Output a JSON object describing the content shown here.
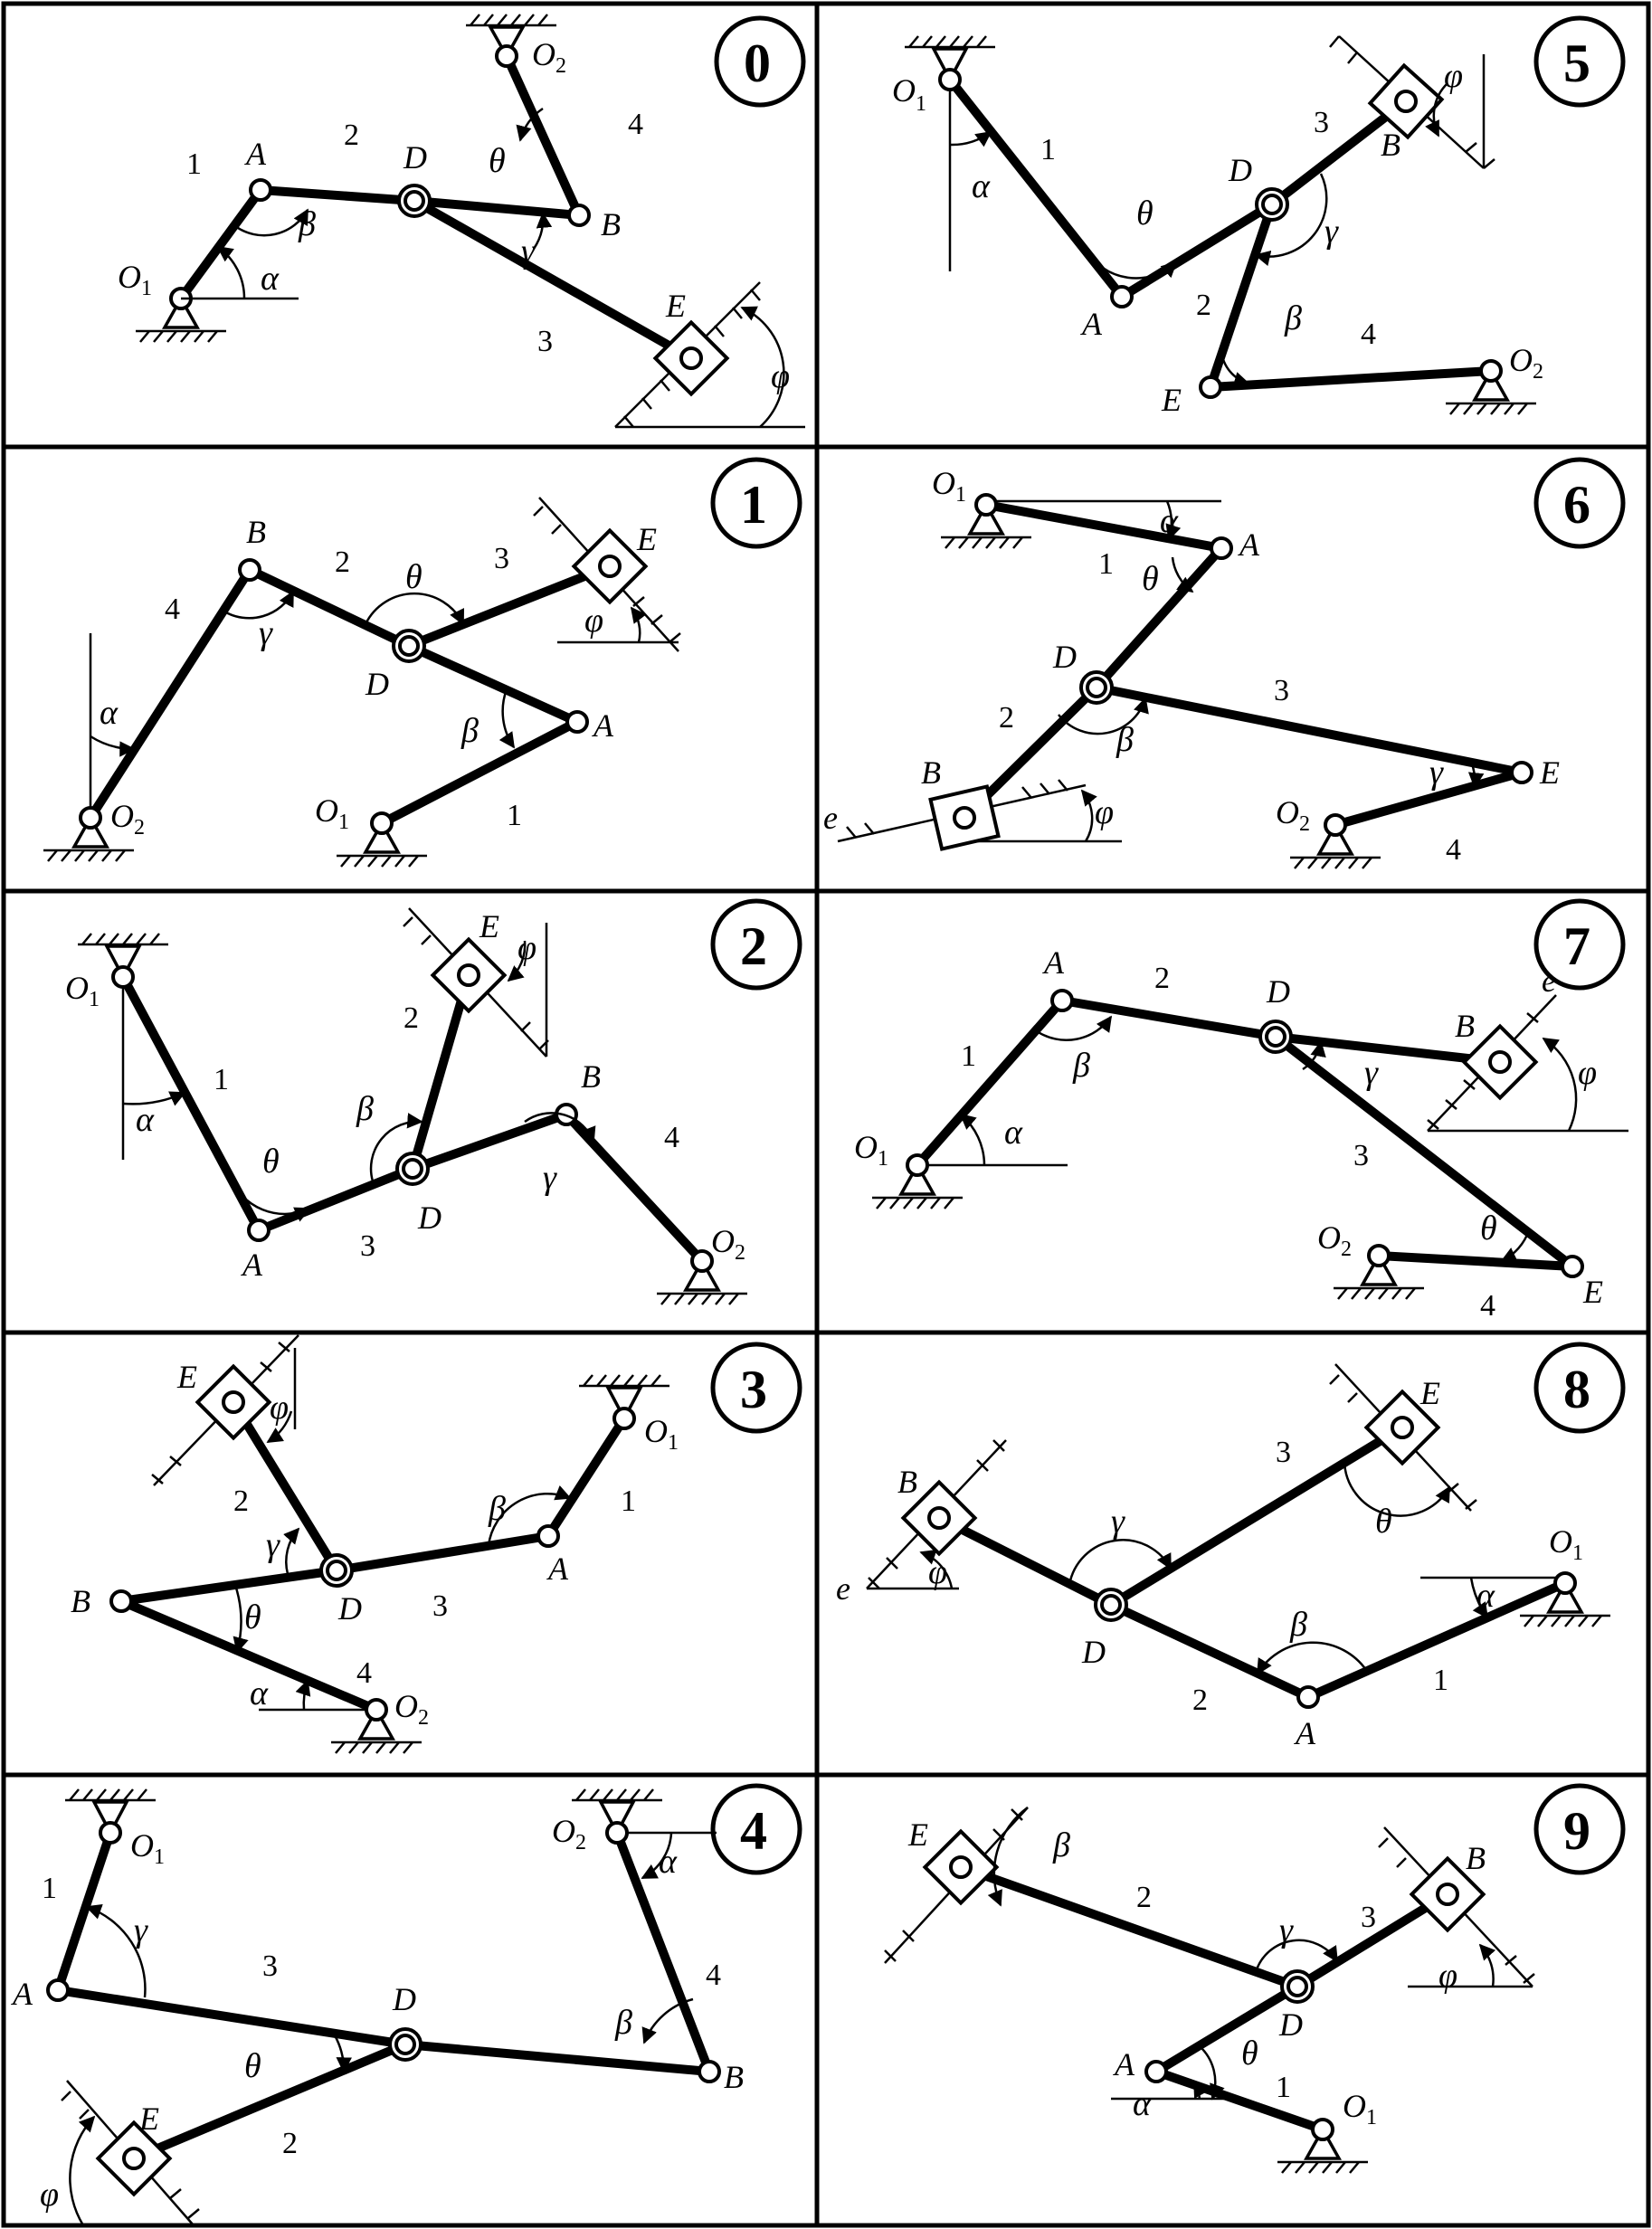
{
  "panels": [
    {
      "number": "0",
      "labels": {
        "O1": "O",
        "O1sub": "1",
        "O2": "O",
        "O2sub": "2",
        "A": "A",
        "B": "B",
        "D": "D",
        "E": "E"
      },
      "links": [
        "1",
        "2",
        "3",
        "4"
      ],
      "angles": [
        "α",
        "β",
        "γ",
        "θ",
        "φ"
      ]
    },
    {
      "number": "1",
      "labels": {
        "O1": "O",
        "O1sub": "1",
        "O2": "O",
        "O2sub": "2",
        "A": "A",
        "B": "B",
        "D": "D",
        "E": "E"
      },
      "links": [
        "1",
        "2",
        "3",
        "4"
      ],
      "angles": [
        "α",
        "β",
        "γ",
        "θ",
        "φ"
      ]
    },
    {
      "number": "2",
      "labels": {
        "O1": "O",
        "O1sub": "1",
        "O2": "O",
        "O2sub": "2",
        "A": "A",
        "B": "B",
        "D": "D",
        "E": "E"
      },
      "links": [
        "1",
        "2",
        "3",
        "4"
      ],
      "angles": [
        "α",
        "β",
        "γ",
        "θ",
        "φ"
      ]
    },
    {
      "number": "3",
      "labels": {
        "O1": "O",
        "O1sub": "1",
        "O2": "O",
        "O2sub": "2",
        "A": "A",
        "B": "B",
        "D": "D",
        "E": "E"
      },
      "links": [
        "1",
        "2",
        "3",
        "4"
      ],
      "angles": [
        "α",
        "β",
        "γ",
        "θ",
        "φ"
      ]
    },
    {
      "number": "4",
      "labels": {
        "O1": "O",
        "O1sub": "1",
        "O2": "O",
        "O2sub": "2",
        "A": "A",
        "B": "B",
        "D": "D",
        "E": "E"
      },
      "links": [
        "1",
        "2",
        "3",
        "4"
      ],
      "angles": [
        "α",
        "β",
        "γ",
        "θ",
        "φ"
      ]
    },
    {
      "number": "5",
      "labels": {
        "O1": "O",
        "O1sub": "1",
        "O2": "O",
        "O2sub": "2",
        "A": "A",
        "B": "B",
        "D": "D",
        "E": "E"
      },
      "links": [
        "1",
        "2",
        "3",
        "4"
      ],
      "angles": [
        "α",
        "β",
        "γ",
        "θ",
        "φ"
      ]
    },
    {
      "number": "6",
      "labels": {
        "O1": "O",
        "O1sub": "1",
        "O2": "O",
        "O2sub": "2",
        "A": "A",
        "B": "B",
        "D": "D",
        "E": "E",
        "e": "e"
      },
      "links": [
        "1",
        "2",
        "3",
        "4"
      ],
      "angles": [
        "α",
        "β",
        "γ",
        "θ",
        "φ"
      ]
    },
    {
      "number": "7",
      "labels": {
        "O1": "O",
        "O1sub": "1",
        "O2": "O",
        "O2sub": "2",
        "A": "A",
        "B": "B",
        "D": "D",
        "E": "E",
        "e": "e"
      },
      "links": [
        "1",
        "2",
        "3",
        "4"
      ],
      "angles": [
        "α",
        "β",
        "γ",
        "θ",
        "φ"
      ]
    },
    {
      "number": "8",
      "labels": {
        "O1": "O",
        "O1sub": "1",
        "A": "A",
        "B": "B",
        "D": "D",
        "E": "E",
        "e": "e"
      },
      "links": [
        "1",
        "2",
        "3"
      ],
      "angles": [
        "α",
        "β",
        "γ",
        "θ",
        "φ"
      ]
    },
    {
      "number": "9",
      "labels": {
        "O1": "O",
        "O1sub": "1",
        "A": "A",
        "B": "B",
        "D": "D",
        "E": "E"
      },
      "links": [
        "1",
        "2",
        "3"
      ],
      "angles": [
        "α",
        "β",
        "γ",
        "θ",
        "φ"
      ]
    }
  ]
}
